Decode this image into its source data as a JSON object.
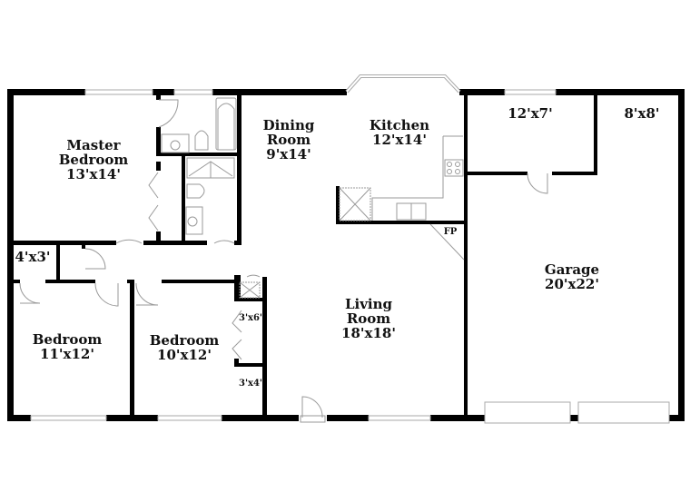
{
  "floorplan": {
    "colors": {
      "wall": "#000000",
      "fixture": "#9a9a9a",
      "window": "#bdbdbd",
      "background": "#ffffff"
    },
    "rooms": {
      "master_bedroom": {
        "name_line1": "Master",
        "name_line2": "Bedroom",
        "size": "13'x14'"
      },
      "dining_room": {
        "name_line1": "Dining",
        "name_line2": "Room",
        "size": "9'x14'"
      },
      "kitchen": {
        "name": "Kitchen",
        "size": "12'x14'"
      },
      "storage_room": {
        "size": "12'x7'"
      },
      "utility_room": {
        "size": "8'x8'"
      },
      "closet_hall": {
        "size": "4'x3'"
      },
      "bedroom_1": {
        "name": "Bedroom",
        "size": "11'x12'"
      },
      "bedroom_2": {
        "name": "Bedroom",
        "size": "10'x12'"
      },
      "closet_a": {
        "size": "3'x6'"
      },
      "closet_b": {
        "size": "3'x4'"
      },
      "living_room": {
        "name_line1": "Living",
        "name_line2": "Room",
        "size": "18'x18'"
      },
      "garage": {
        "name": "Garage",
        "size": "20'x22'"
      }
    },
    "annotations": {
      "fireplace": "FP"
    }
  }
}
